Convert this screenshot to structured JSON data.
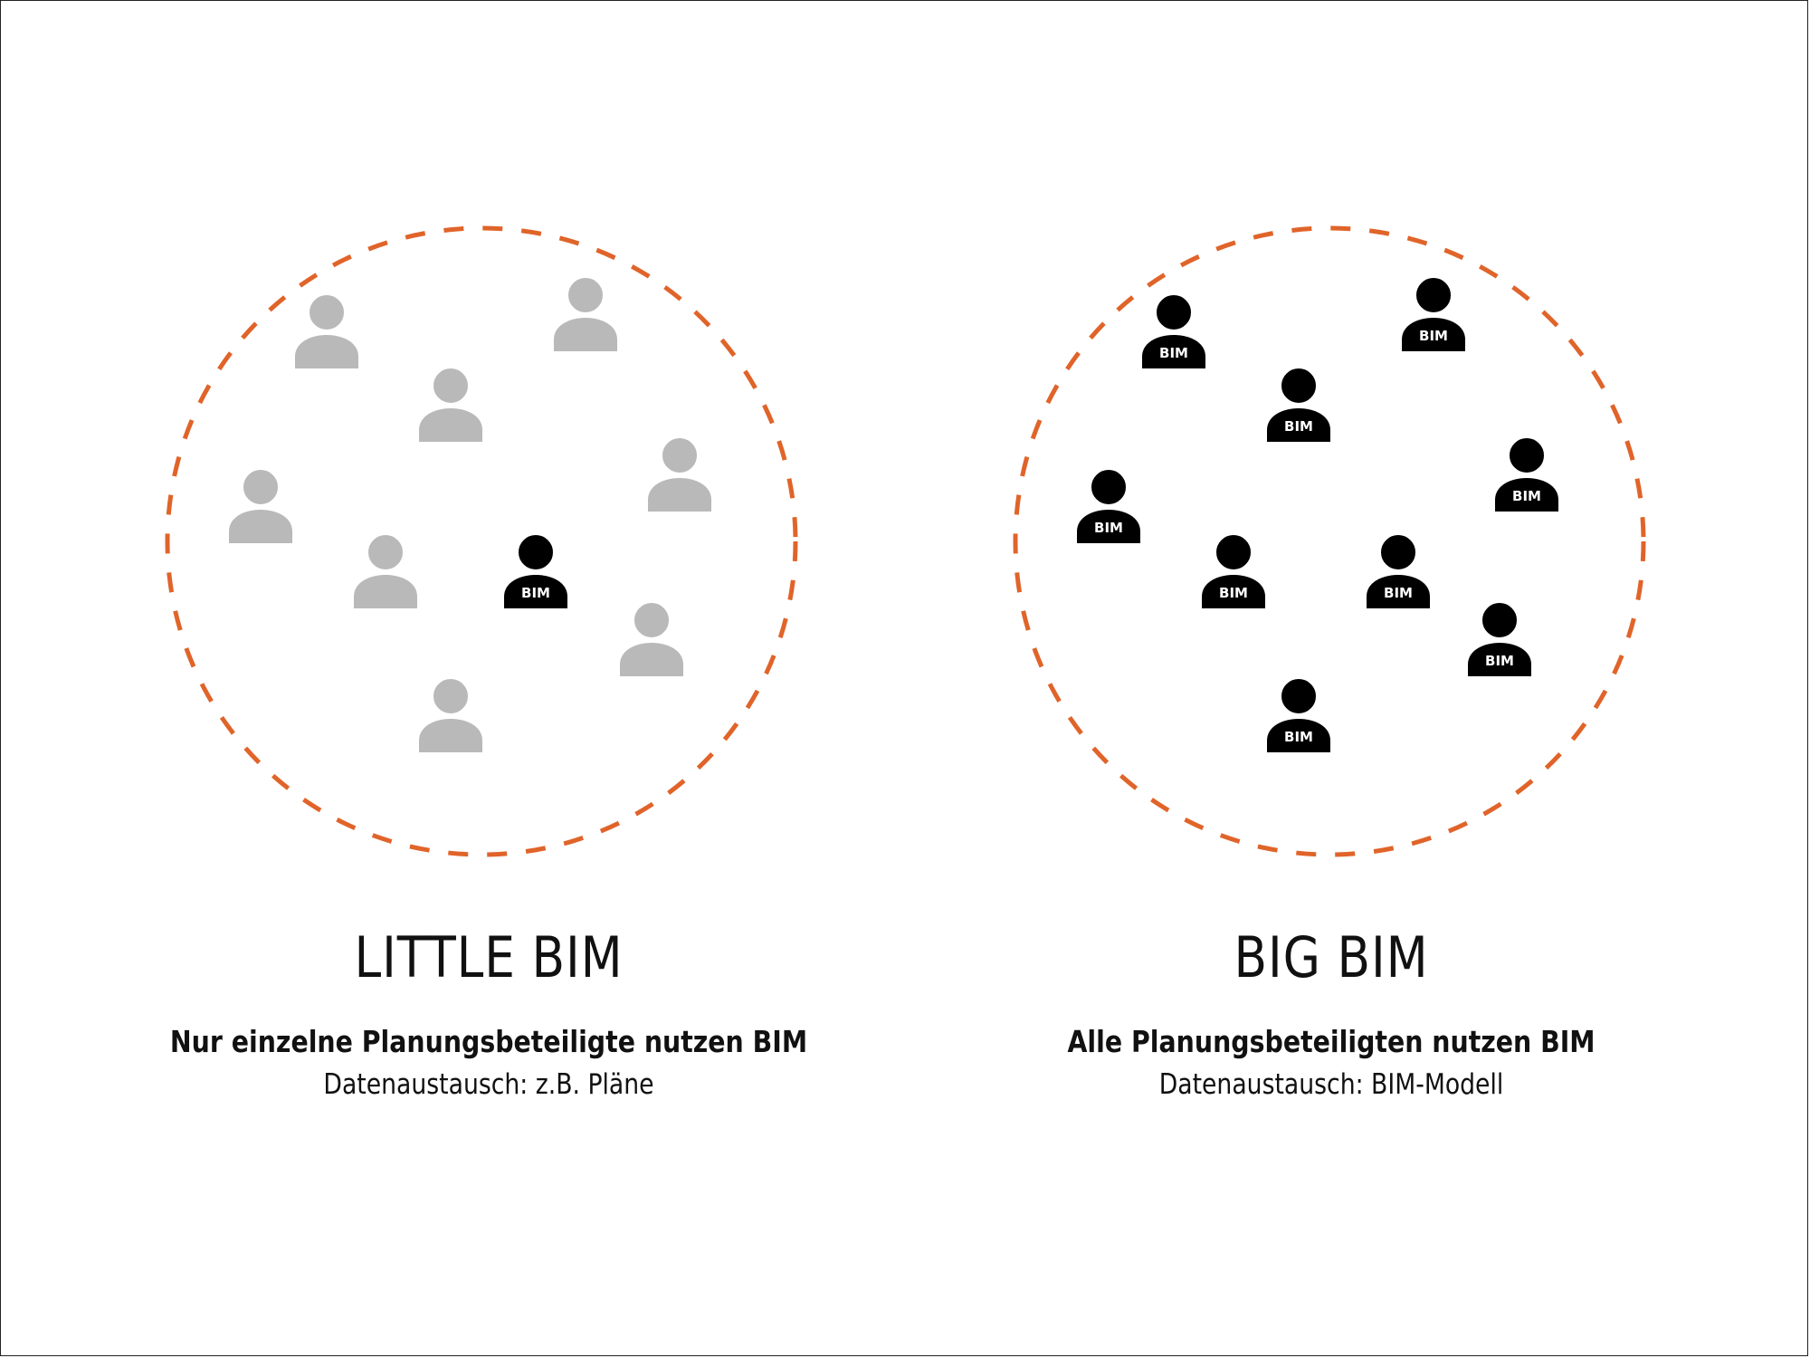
{
  "colors": {
    "circle_stroke": "#e0642a",
    "user_inactive": "#b9b9b9",
    "user_bim": "#000000",
    "badge_text": "#ffffff"
  },
  "icons": {
    "user": "person-silhouette-icon"
  },
  "panels": [
    {
      "id": "little",
      "title": "LITTLE BIM",
      "subtitle": "Nur einzelne Planungsbeteiligte nutzen BIM",
      "detail": "Datenaustausch: z.B. Pläne",
      "users": [
        {
          "bim": false
        },
        {
          "bim": false
        },
        {
          "bim": false
        },
        {
          "bim": false
        },
        {
          "bim": false
        },
        {
          "bim": false
        },
        {
          "bim": true,
          "badge": "BIM"
        },
        {
          "bim": false
        },
        {
          "bim": false
        }
      ]
    },
    {
      "id": "big",
      "title": "BIG BIM",
      "subtitle": "Alle Planungsbeteiligten nutzen BIM",
      "detail": "Datenaustausch: BIM-Modell",
      "users": [
        {
          "bim": true,
          "badge": "BIM"
        },
        {
          "bim": true,
          "badge": "BIM"
        },
        {
          "bim": true,
          "badge": "BIM"
        },
        {
          "bim": true,
          "badge": "BIM"
        },
        {
          "bim": true,
          "badge": "BIM"
        },
        {
          "bim": true,
          "badge": "BIM"
        },
        {
          "bim": true,
          "badge": "BIM"
        },
        {
          "bim": true,
          "badge": "BIM"
        },
        {
          "bim": true,
          "badge": "BIM"
        }
      ]
    }
  ]
}
